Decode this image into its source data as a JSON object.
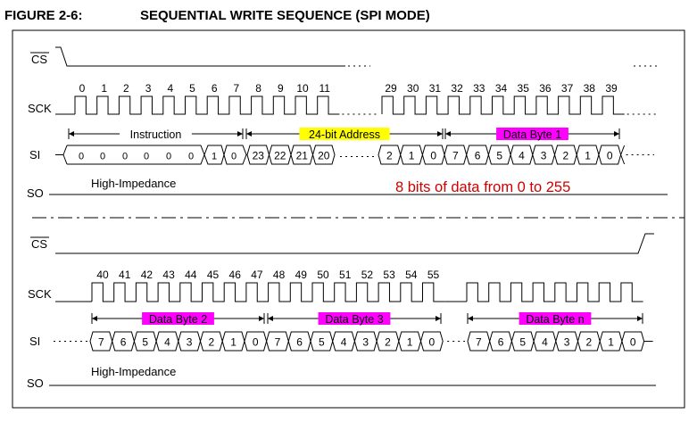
{
  "figure": {
    "number": "FIGURE 2-6:",
    "title": "SEQUENTIAL WRITE SEQUENCE (SPI MODE)"
  },
  "signals": {
    "cs": "CS",
    "sck": "SCK",
    "si": "SI",
    "so": "SO"
  },
  "top_panel": {
    "clock_numbers_a": [
      "0",
      "1",
      "2",
      "3",
      "4",
      "5",
      "6",
      "7",
      "8",
      "9",
      "10",
      "11"
    ],
    "clock_numbers_b": [
      "29",
      "30",
      "31",
      "32",
      "33",
      "34",
      "35",
      "36",
      "37",
      "38",
      "39"
    ],
    "instruction_label": "Instruction",
    "instruction_bits": [
      "0",
      "0",
      "0",
      "0",
      "0",
      "0",
      "1",
      "0"
    ],
    "address_label": "24-bit Address",
    "address_bits_high": [
      "23",
      "22",
      "21",
      "20"
    ],
    "address_bits_low": [
      "2",
      "1",
      "0"
    ],
    "data_label": "Data Byte 1",
    "data_bits": [
      "7",
      "6",
      "5",
      "4",
      "3",
      "2",
      "1",
      "0"
    ],
    "so_state": "High-Impedance"
  },
  "annotation": "8 bits of data from 0 to 255",
  "bottom_panel": {
    "clock_numbers": [
      "40",
      "41",
      "42",
      "43",
      "44",
      "45",
      "46",
      "47",
      "48",
      "49",
      "50",
      "51",
      "52",
      "53",
      "54",
      "55"
    ],
    "data_labels": [
      "Data Byte 2",
      "Data Byte 3",
      "Data Byte n"
    ],
    "data_bits": [
      "7",
      "6",
      "5",
      "4",
      "3",
      "2",
      "1",
      "0"
    ],
    "so_state": "High-Impedance"
  },
  "colors": {
    "address_highlight": "#ffff00",
    "data_highlight": "#ff00ff",
    "annotation": "#d00000",
    "line": "#000000"
  }
}
